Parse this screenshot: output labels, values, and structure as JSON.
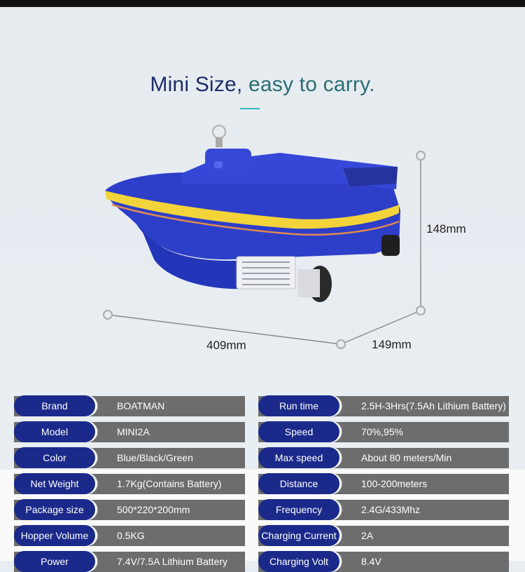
{
  "hero": {
    "title_main": "Mini Size,",
    "title_sub": "easy to carry.",
    "dim_height": "148mm",
    "dim_length": "409mm",
    "dim_width": "149mm"
  },
  "specs": {
    "left": [
      {
        "label": "Brand",
        "value": "BOATMAN"
      },
      {
        "label": "Model",
        "value": "MINI2A"
      },
      {
        "label": "Color",
        "value": "Blue/Black/Green"
      },
      {
        "label": "Net Weight",
        "value": "1.7Kg(Contains Battery)"
      },
      {
        "label": "Package size",
        "value": "500*220*200mm"
      },
      {
        "label": "Hopper Volume",
        "value": "0.5KG"
      },
      {
        "label": "Power",
        "value": "7.4V/7.5A Lithium Battery"
      }
    ],
    "right": [
      {
        "label": "Run time",
        "value": "2.5H-3Hrs(7.5Ah Lithium Battery)"
      },
      {
        "label": "Speed",
        "value": "70%,95%"
      },
      {
        "label": "Max speed",
        "value": "About 80 meters/Min"
      },
      {
        "label": "Distance",
        "value": "100-200meters"
      },
      {
        "label": "Frequency",
        "value": "2.4G/433Mhz"
      },
      {
        "label": "Charging Current",
        "value": "2A"
      },
      {
        "label": "Charging Volt",
        "value": "8.4V"
      }
    ]
  },
  "colors": {
    "pill": "#1b2a8a",
    "bar": "#6d6d6d",
    "boat": "#2d3ec9",
    "stripe": "#f2d43a"
  }
}
